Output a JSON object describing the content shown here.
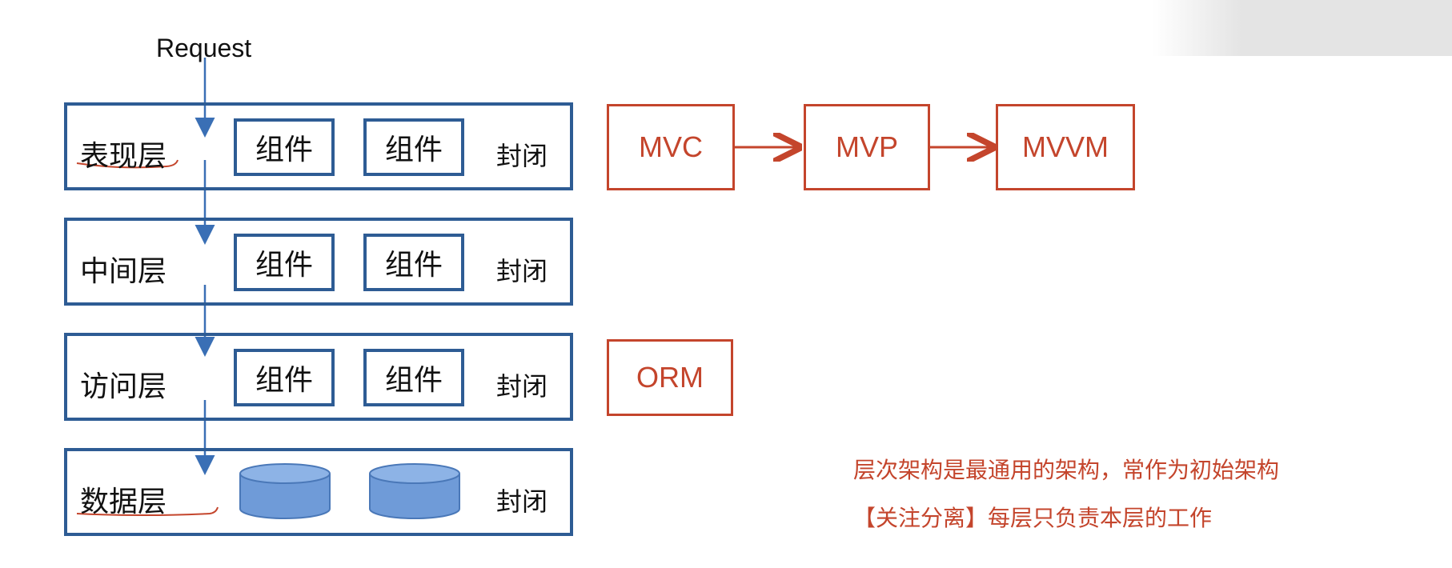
{
  "request_label": "Request",
  "layers": [
    {
      "name": "表现层",
      "components": [
        "组件",
        "组件"
      ],
      "closed": "封闭"
    },
    {
      "name": "中间层",
      "components": [
        "组件",
        "组件"
      ],
      "closed": "封闭"
    },
    {
      "name": "访问层",
      "components": [
        "组件",
        "组件"
      ],
      "closed": "封闭"
    },
    {
      "name": "数据层",
      "closed": "封闭"
    }
  ],
  "patterns": {
    "presentation_chain": [
      "MVC",
      "MVP",
      "MVVM"
    ],
    "access": "ORM"
  },
  "notes": {
    "line1": "层次架构是最通用的架构，常作为初始架构",
    "line2": "【关注分离】每层只负责本层的工作"
  },
  "colors": {
    "layer_blue": "#2e5c94",
    "arrow_blue": "#3a6fb5",
    "accent_red": "#c4452c",
    "db_fill": "#6f9bd8"
  }
}
